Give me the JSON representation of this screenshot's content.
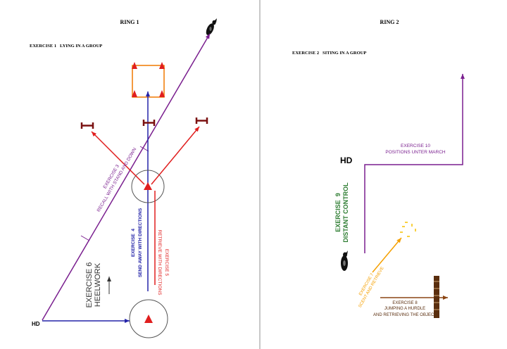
{
  "rings": [
    {
      "title": "RING 1",
      "exercise_heading": "EXERCISE 1   LYING IN A GROUP"
    },
    {
      "title": "RING 2",
      "exercise_heading": "EXERCISE 2   SITING IN A GROUP"
    }
  ],
  "ring1": {
    "hd_label": "HD",
    "exercise3": {
      "line1": "EXERCISE 3",
      "line2": "RECALL WITH STAND AND DOWN"
    },
    "exercise4": {
      "line1": "EXERCISE  4",
      "line2": "SEND AWAY WITH DIRECTIONS"
    },
    "exercise5": {
      "line1": "EXERCISE 5",
      "line2": "RETRIEVE WITH DIRECTIONS"
    },
    "exercise6": {
      "line1": "EXERCISE 6",
      "line2": "HEELWORK"
    }
  },
  "ring2": {
    "hd_label": "HD",
    "exercise7": {
      "line1": "EXERCISE 7",
      "line2": "SCENT AND RETRIEVE"
    },
    "exercise8": {
      "line1": "EXERCISE 8",
      "line2": "JUMPING A HURDLE",
      "line3": "AND RETRIEVING THE OBJECT"
    },
    "exercise9": {
      "line1": "EXERCISE  9",
      "line2": "DISTANT CONTROL"
    },
    "exercise10": {
      "line1": "EXERCISE 10",
      "line2": "POSITIONS UNTER MARCH"
    }
  },
  "colors": {
    "divider": "#c8c8c8",
    "purple": "#7a1f8f",
    "blue": "#2323a8",
    "red": "#e01e1e",
    "dark_red": "#7a1010",
    "dark_green": "#2e7d32",
    "orange": "#f5a000",
    "brown": "#8b4513",
    "dark_gray": "#333333"
  },
  "icons": [
    "dog-icon",
    "cone-icon",
    "hurdle-icon",
    "scent-objects-icon",
    "arrow-icon"
  ]
}
